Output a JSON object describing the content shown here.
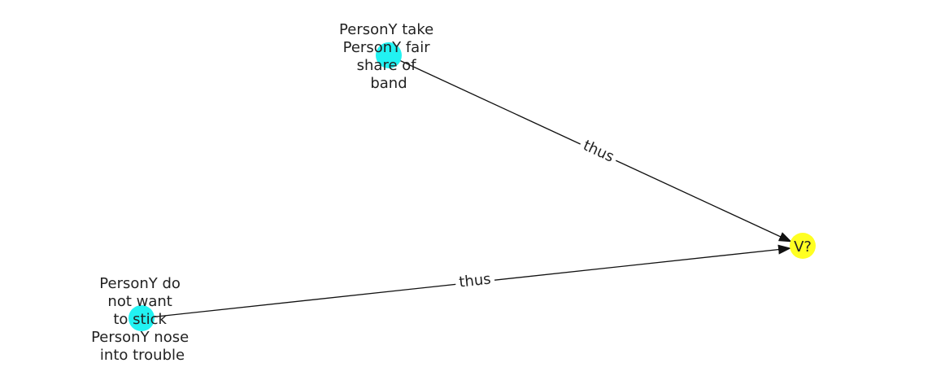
{
  "graph": {
    "nodes": [
      {
        "id": "n1",
        "label_lines": [
          "PersonY take",
          "PersonY fair",
          "share of",
          "band"
        ],
        "color": "#22f2f2"
      },
      {
        "id": "n2",
        "label_lines": [
          "PersonY do",
          "not want",
          "to stick",
          "PersonY nose",
          "into trouble"
        ],
        "color": "#22f2f2"
      },
      {
        "id": "n3",
        "label_lines": [
          "V?"
        ],
        "color": "#ffff22"
      }
    ],
    "edges": [
      {
        "id": "e1",
        "from": "n1",
        "to": "n3",
        "label": "thus"
      },
      {
        "id": "e2",
        "from": "n2",
        "to": "n3",
        "label": "thus"
      }
    ]
  }
}
